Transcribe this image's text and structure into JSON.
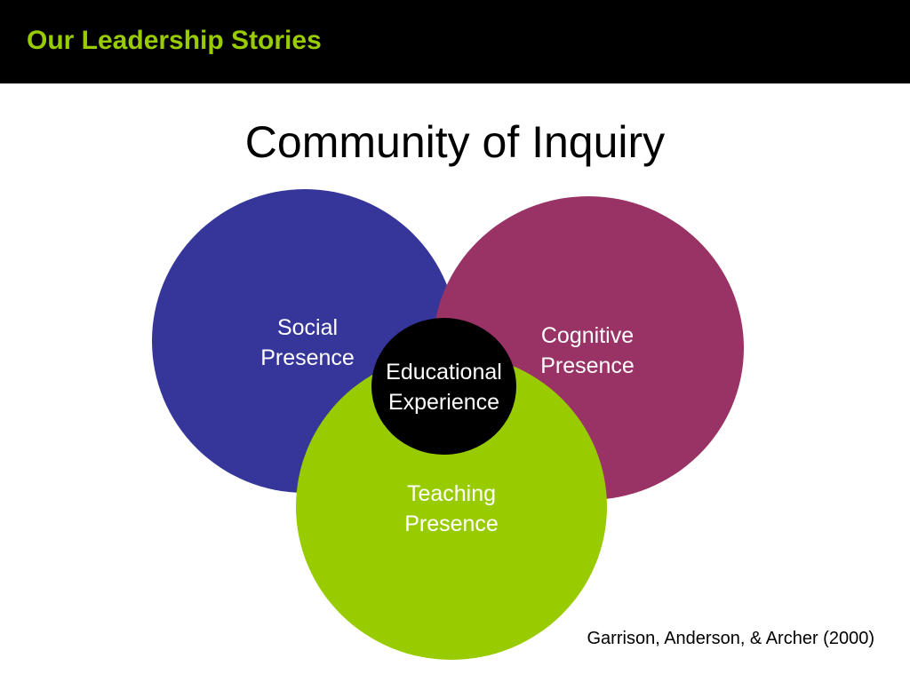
{
  "header": {
    "title": "Our Leadership Stories"
  },
  "slide": {
    "title": "Community of Inquiry"
  },
  "diagram": {
    "social_presence": "Social\nPresence",
    "cognitive_presence": "Cognitive\nPresence",
    "teaching_presence": "Teaching\nPresence",
    "educational_experience": "Educational\nExperience"
  },
  "citation": "Garrison, Anderson, & Archer (2000)",
  "colors": {
    "header_background": "#000000",
    "header_text": "#99cc00",
    "social": "#35359a",
    "cognitive": "#993366",
    "teaching": "#99cc00",
    "center": "#000000"
  }
}
